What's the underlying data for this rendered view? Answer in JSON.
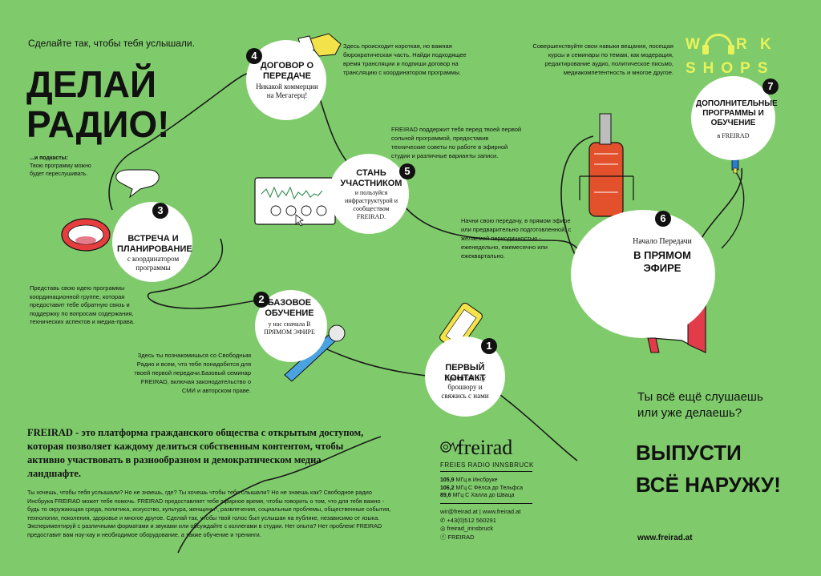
{
  "header": {
    "tagline": "Сделайте так, чтобы тебя услышали.",
    "title_line1": "ДЕЛАЙ",
    "title_line2": "РАДИО!",
    "podcast_title": "...и подкасты:",
    "podcast_text": "Твою программу можно будет переслушивать."
  },
  "workshops": {
    "letters_top": [
      "W",
      "R",
      "K"
    ],
    "letters_bottom": "SHOPS",
    "intro": "Совершенствуйте свои навыки вещания, посещая курсы и семинары по темам, как модерация, редактирование аудио, политическое письмо, медиакомпетентность и многое другое."
  },
  "steps": [
    {
      "num": "1",
      "title": "ПЕРВЫЙ КОНТАКТ",
      "subtitle": "Прочитай эту брошюру и свяжись с нами"
    },
    {
      "num": "2",
      "title": "БАЗОВОЕ ОБУЧЕНИЕ",
      "subtitle": "у нас сначала В ПРЯМОМ ЭФИРЕ",
      "desc": "Здесь ты познакомишься со Свободным Радио и всем, что тебе понадобится для твоей первой передачи.Базовый семинар FREIRAD, включая законодательство о СМИ и авторском праве."
    },
    {
      "num": "3",
      "title": "ВСТРЕЧА И ПЛАНИРОВАНИЕ",
      "subtitle": "с координатором программы",
      "desc": "Представь свою идею программы координационной группе, которая предоставит тебе обратную связь и поддержку по вопросам содержания, технических аспектов и медиа-права."
    },
    {
      "num": "4",
      "title": "ДОГОВОР О ПЕРЕДАЧЕ",
      "subtitle": "Никакой коммерции на Мегагерц!",
      "desc": "Здесь происходит короткая, но важная бюрократическая часть. Найди подходящее время трансляции и подпиши договор на трансляцию с координатором программы."
    },
    {
      "num": "5",
      "title": "СТАНЬ УЧАСТНИКОМ",
      "subtitle": "и пользуйся инфраструктурой и сообществом FREIRAD.",
      "desc": "FREIRAD поддержит тебя перед твоей первой сольной программой, предоставив технические советы по работе в эфирной студии и различные варианты записи."
    },
    {
      "num": "6",
      "title": "В ПРЯМОМ ЭФИРЕ",
      "subtitle": "Начало Передачи",
      "desc": "Начни свою передачу, в прямом эфире или предварительно подготовленной, с желаемой периодичностью - еженедельно, ежемесячно или ежеквартально."
    },
    {
      "num": "7",
      "title": "ДОПОЛНИТЕЛЬНЫЕ ПРОГРАММЫ И ОБУЧЕНИЕ",
      "subtitle": "в FREIRAD"
    }
  ],
  "about": {
    "lead": "FREIRAD - это платформа гражданского общества с открытым доступом, которая позволяет каждому делиться собственным контентом, чтобы активно участвовать в разнообразном и демократическом медиа-ландшафте.",
    "body": "Ты хочешь, чтобы тебя услышали? Но не знаешь, где? Ты хочешь чтобы тебя слышали? Но не знаешь как? Свободное радио Инсбрука FREIRAD может тебе помочь. FREIRAD предоставляет тебе эфирное время, чтобы говорить о том, что для тебя важно - будь то окружающая среда, политика, искусство, культура, женщины*, развлечения, социальные проблемы, общественные события, технологии, поколения, здоровье и многое другое. Сделай так, чтобы твой голос был услышан на публике, независимо от языка. Экспериментируй с различными форматами и звуками или обсуждайте с коллегами в студии. Нет опыта? Нет проблем! FREIRAD предоставит вам ноу-хау и необходимое оборудование. а также обучение и тренинги."
  },
  "brand": {
    "logo_text": "freirad",
    "subtitle": "FREIES RADIO INNSBRUCK",
    "frequencies": [
      {
        "freq": "105,9",
        "text": "МГц в Инсбруке"
      },
      {
        "freq": "106,2",
        "text": "МГц С Фёлса до Тельфса"
      },
      {
        "freq": "89,6",
        "text": "МГц С Халла до Шваца"
      }
    ],
    "contact_line": "wir@freirad.at | www.freirad.at",
    "phone": "+43(0)512 560291",
    "instagram": "freirad_innsbruck",
    "facebook": "FREIRAD"
  },
  "cta": {
    "question_line1": "Ты всё ещё слушаешь",
    "question_line2": "или уже делаешь?",
    "slogan_line1": "ВЫПУСТИ",
    "slogan_line2": "ВСЁ НАРУЖУ!",
    "website": "www.freirad.at"
  },
  "colors": {
    "background": "#7fcb6b",
    "yellow_accent": "#e8f25a",
    "mic_red": "#e2502c",
    "ink": "#111111"
  }
}
